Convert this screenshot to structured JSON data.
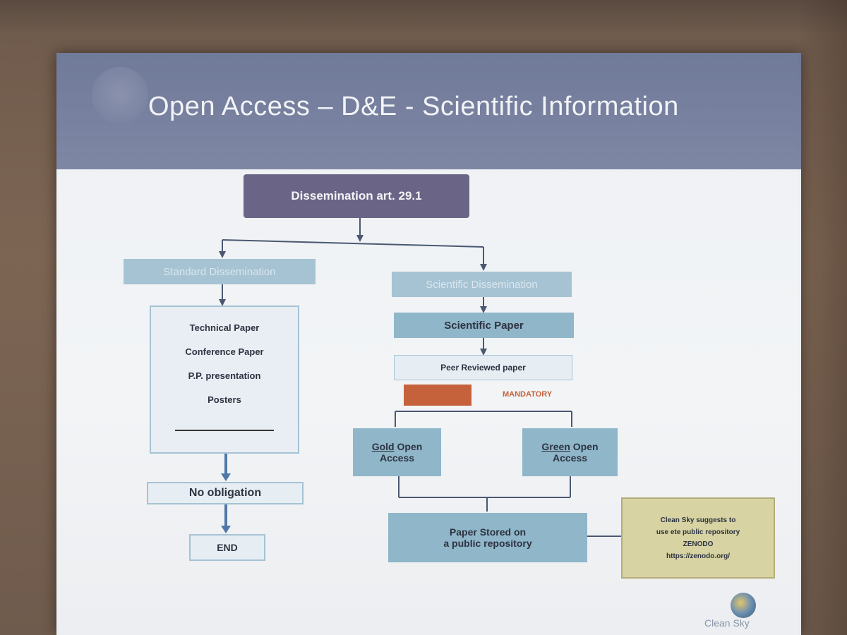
{
  "slide": {
    "title": "Open Access – D&E - Scientific Information"
  },
  "diagram": {
    "root": "Dissemination art. 29.1",
    "left_branch": "Standard Dissemination",
    "right_branch": "Scientific Dissemination",
    "left_items": [
      "Technical Paper",
      "Conference Paper",
      "P.P. presentation",
      "Posters"
    ],
    "no_obligation": "No obligation",
    "end": "END",
    "scientific_paper": "Scientific Paper",
    "peer_reviewed": "Peer Reviewed paper",
    "mandatory": "MANDATORY",
    "gold_word": "Gold",
    "gold_rest": "Open",
    "gold_line2": "Access",
    "green_word": "Green",
    "green_rest": "Open",
    "green_line2": "Access",
    "stored_line1": "Paper Stored on",
    "stored_line2": "a public repository",
    "clean_sky_lines": [
      "Clean Sky suggests to",
      "use ete public repository",
      "ZENODO",
      "https://zenodo.org/"
    ]
  },
  "footer": {
    "logo_text": "Clean Sky"
  },
  "colors": {
    "banner": "#707a99",
    "root_box": "#6a6586",
    "branch_box": "#a6c3d4",
    "mandatory_red": "#c5623c",
    "suggestion_box": "#d7d3a3"
  }
}
